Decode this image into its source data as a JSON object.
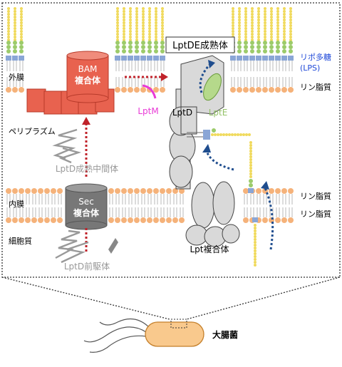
{
  "labels": {
    "outer_membrane": "外膜",
    "periplasm": "ペリプラズム",
    "inner_membrane": "内膜",
    "cytoplasm": "細胞質",
    "bam_line1": "BAM",
    "bam_line2": "複合体",
    "sec_line1": "Sec",
    "sec_line2": "複合体",
    "lptde_mature": "LptDE成熟体",
    "lptd": "LptD",
    "lpte": "LptE",
    "lptm": "LptM",
    "lpt_complex": "Lpt複合体",
    "lptd_intermediate": "LptD成熟中間体",
    "lptd_precursor": "LptD前駆体",
    "lps_line1": "リポ多糖",
    "lps_line2": "(LPS)",
    "phospholipid_outer": "リン脂質",
    "phospholipid_inner1": "リン脂質",
    "phospholipid_inner2": "リン脂質",
    "ecoli": "大腸菌"
  },
  "colors": {
    "bam": "#e8624f",
    "lptm": "#e83ad6",
    "lpte": "#93c167",
    "lps_label": "#1f49d8",
    "arrow_red": "#c0222a",
    "arrow_blue": "#1f4d8e",
    "lipid_head": "#f5b27a",
    "lps_yellow": "#f0da5c",
    "lps_green": "#9ccb6a",
    "lps_blue": "#8aa6d6",
    "sec": "#777777",
    "protein_gray": "#d9d9d9",
    "precursor_gray": "#999999",
    "ecoli_body": "#f9c98d"
  },
  "icons": {
    "precursor_squiggle": "gray-squiggle-icon",
    "ecoli_cell": "bacterium-icon"
  }
}
